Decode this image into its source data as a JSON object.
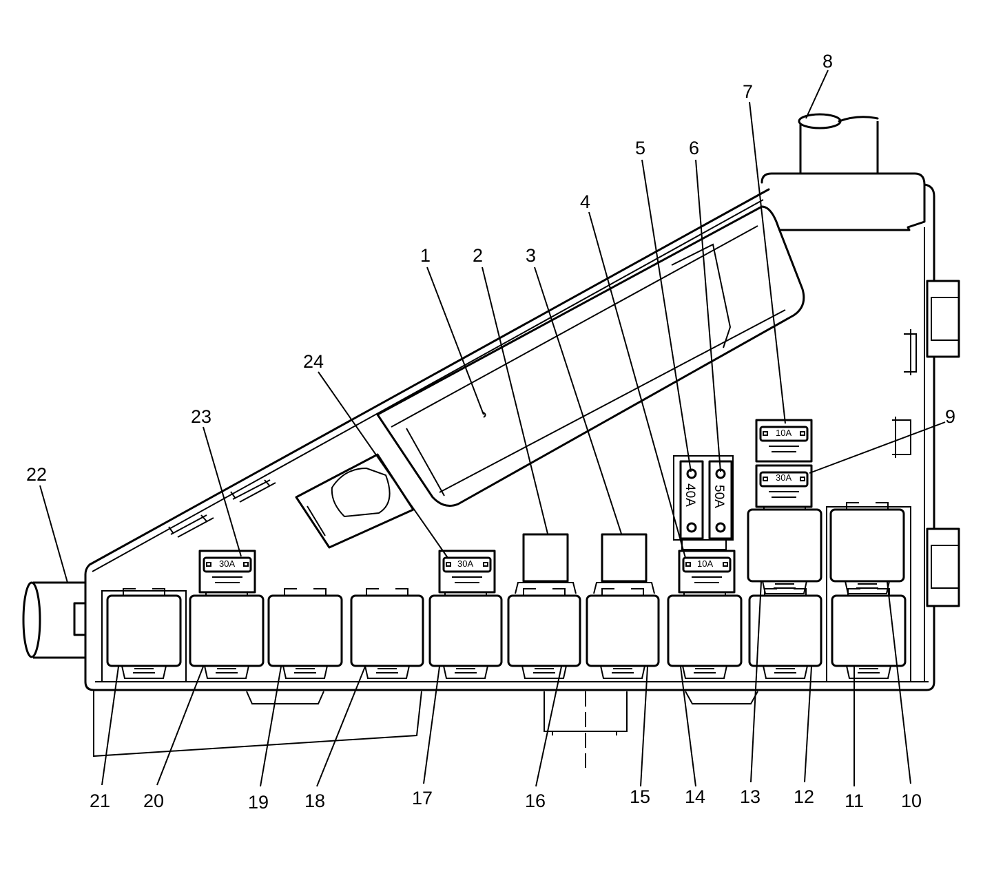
{
  "callouts": {
    "c1": "1",
    "c2": "2",
    "c3": "3",
    "c4": "4",
    "c5": "5",
    "c6": "6",
    "c7": "7",
    "c8": "8",
    "c9": "9",
    "c10": "10",
    "c11": "11",
    "c12": "12",
    "c13": "13",
    "c14": "14",
    "c15": "15",
    "c16": "16",
    "c17": "17",
    "c18": "18",
    "c19": "19",
    "c20": "20",
    "c21": "21",
    "c22": "22",
    "c23": "23",
    "c24": "24"
  },
  "fuses": {
    "f23": "30A",
    "f24": "30A",
    "f4": "10A",
    "f7": "10A",
    "f9": "30A",
    "maxi5": "40A",
    "maxi6": "50A"
  }
}
